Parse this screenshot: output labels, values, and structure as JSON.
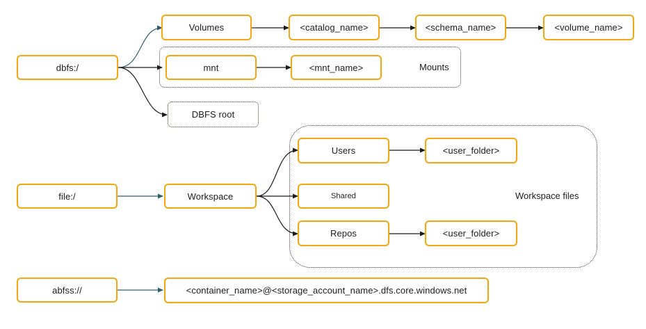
{
  "colors": {
    "node_border": "#f3a712",
    "edge_line": "#1b1b1b",
    "edge_line_teal": "#2e5e6b",
    "group_border": "#3a3a3a"
  },
  "roots": {
    "dbfs": "dbfs:/",
    "file": "file:/",
    "abfss": "abfss://"
  },
  "dbfs_tree": {
    "volumes": "Volumes",
    "catalog": "<catalog_name>",
    "schema": "<schema_name>",
    "volume": "<volume_name>",
    "mnt": "mnt",
    "mnt_name": "<mnt_name>",
    "mounts_label": "Mounts",
    "dbfs_root": "DBFS root"
  },
  "file_tree": {
    "workspace": "Workspace",
    "users": "Users",
    "users_folder": "<user_folder>",
    "shared": "Shared",
    "repos": "Repos",
    "repos_folder": "<user_folder>",
    "workspace_files_label": "Workspace files"
  },
  "abfss_tree": {
    "container": "<container_name>@<storage_account_name>.dfs.core.windows.net"
  }
}
